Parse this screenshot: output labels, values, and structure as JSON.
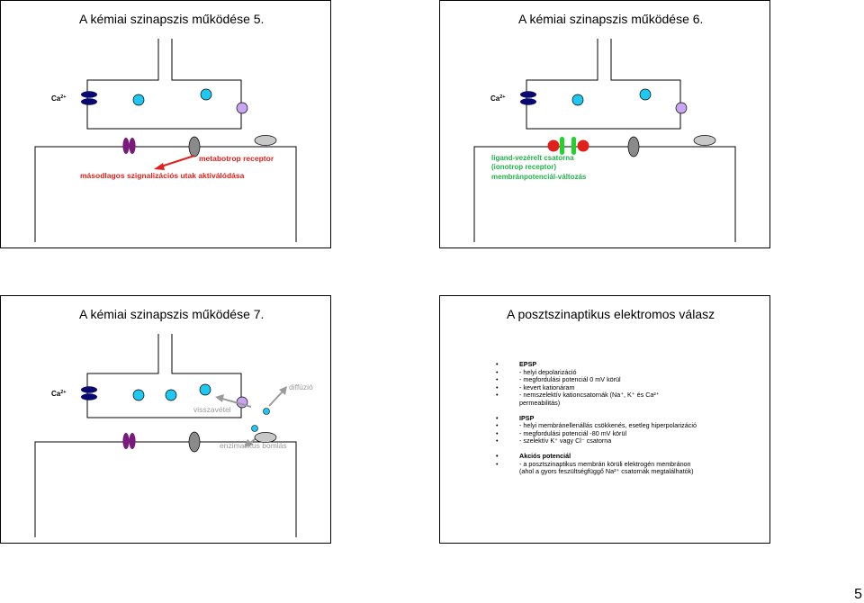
{
  "slides": [
    {
      "title": "A kémiai szinapszis működése 5.",
      "ca_label": "Ca",
      "ca_sup": "2+",
      "labels": {
        "metabotrop": "metabotrop receptor",
        "masodlagos": "másodlagos szignalizációs utak aktiválódása"
      }
    },
    {
      "title": "A kémiai szinapszis működése 6.",
      "ca_label": "Ca",
      "ca_sup": "2+",
      "labels": {
        "ligand": "ligand-vezérelt csatorna",
        "ionotrop": "(ionotrop receptor)",
        "membran": "membránpotenciál-változás"
      }
    },
    {
      "title": "A kémiai szinapszis működése 7.",
      "ca_label": "Ca",
      "ca_sup": "2+",
      "labels": {
        "diffuzio": "diffúzió",
        "visszavetel": "visszavétel",
        "enzimatikus": "enzimatikus bomlás"
      }
    },
    {
      "title": "A posztszinaptikus elektromos válasz",
      "bullets": [
        {
          "text": "EPSP",
          "head": true
        },
        {
          "text": "- helyi depolarizáció"
        },
        {
          "text": "- megfordulási potenciál 0 mV körül"
        },
        {
          "text": "- kevert kationáram"
        },
        {
          "text": "- nemszelektív kationcsatornák (Na⁺, K⁺ és Ca²⁺"
        },
        {
          "text": "permeabilitás)",
          "cont": true
        },
        {
          "gap": true
        },
        {
          "text": "IPSP",
          "head": true
        },
        {
          "text": "- helyi membránellenállás csökkenés, esetleg hiperpolarizáció"
        },
        {
          "text": "- megfordulási potenciál -80 mV körül"
        },
        {
          "text": "- szelektív K⁺ vagy Cl⁻ csatorna"
        },
        {
          "gap": true
        },
        {
          "text": "Akciós potenciál",
          "head": true
        },
        {
          "text": "- a posztszinaptikus membrán körüli elektrogén membránon"
        },
        {
          "text": "(ahol a gyors feszültségfüggő Na²⁺ csatornák megtalálhatók)",
          "cont": true
        }
      ]
    }
  ],
  "page_number": "5",
  "colors": {
    "navy": "#0a0a6e",
    "purple": "#7a1a7a",
    "cyan": "#1ec8f0",
    "lilac": "#c9a4f0",
    "gray": "#8a8a8a",
    "lightgray": "#c8c8c8",
    "red": "#e0201b",
    "green": "#21d42a",
    "arrow_red": "#e0201b"
  }
}
